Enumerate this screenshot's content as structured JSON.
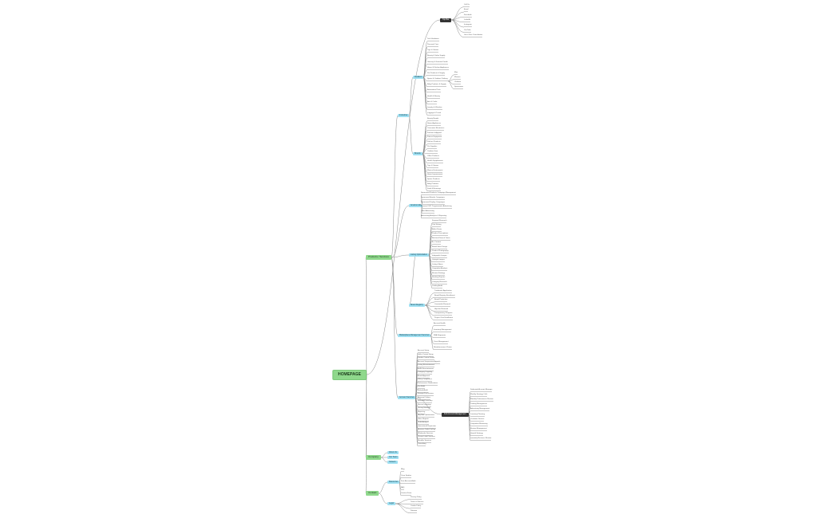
{
  "tree": {
    "id": "root",
    "label": "HOMEPAGE",
    "style": "root",
    "children": [
      {
        "id": "l1-products",
        "label": "Products / Services",
        "style": "l1",
        "children": [
          {
            "id": "l2-industries",
            "label": "Industries",
            "style": "l2",
            "children": [
              {
                "id": "l3-retailers",
                "label": "Retailers",
                "style": "l2",
                "children": [
                  {
                    "label": "Tech Hardware"
                  },
                  {
                    "label": "Personal Care"
                  },
                  {
                    "label": "Toys & Games"
                  },
                  {
                    "label": "Beauty & Salon Supply"
                  },
                  {
                    "label": "Grocery & Gourmet Foods"
                  },
                  {
                    "label": "Home & Kitchen Appliances"
                  },
                  {
                    "label": "Pet Products & Supply"
                  },
                  {
                    "label": "Sports & Outdoor Clothing",
                    "children": [
                      {
                        "label": "Men"
                      },
                      {
                        "label": "Women"
                      },
                      {
                        "label": "Children"
                      },
                      {
                        "label": "Sportswear"
                      }
                    ]
                  },
                  {
                    "label": "Baby Products & Supply"
                  },
                  {
                    "label": "Automotive Parts"
                  },
                  {
                    "label": "Health & Beauty"
                  },
                  {
                    "label": "Arts & Crafts"
                  },
                  {
                    "label": "Jewelry & Watches"
                  },
                  {
                    "label": "Luggage & Travel"
                  }
                ]
              },
              {
                "id": "l3-brands",
                "label": "Brands",
                "style": "l2",
                "children": [
                  {
                    "label": "Beauty Brands"
                  },
                  {
                    "label": "Home Appliances"
                  },
                  {
                    "label": "Consumer Electronics"
                  },
                  {
                    "label": "Fashion & Apparel"
                  },
                  {
                    "label": "Fitness Equipment"
                  },
                  {
                    "label": "Kitchen Products"
                  },
                  {
                    "label": "Pet Supplies"
                  },
                  {
                    "label": "Outdoor Gear"
                  },
                  {
                    "label": "Office Products"
                  },
                  {
                    "label": "Health Supplements"
                  },
                  {
                    "label": "Toys & Games"
                  },
                  {
                    "label": "Musical Instruments"
                  },
                  {
                    "label": "Home Improvement"
                  },
                  {
                    "label": "Sports Products"
                  },
                  {
                    "label": "Baby Products"
                  },
                  {
                    "label": "Food & Beverage"
                  }
                ]
              }
            ]
          },
          {
            "id": "l2-ads",
            "label": "Amazon Ads",
            "style": "l2",
            "children": [
              {
                "label": "Sponsored Products Campaign Management"
              },
              {
                "label": "Sponsored Brands Campaigns"
              },
              {
                "label": "Sponsored Display Campaigns"
              },
              {
                "label": "Amazon DSP Programmatic Advertising"
              },
              {
                "label": "Video Advertising"
              },
              {
                "label": "Advertising Analytics & Reporting"
              }
            ]
          },
          {
            "id": "l2-seo",
            "label": "SEO",
            "style": "l2",
            "children": [
              {
                "id": "l3-listing",
                "label": "Listing Optimization",
                "style": "l2",
                "children": [
                  {
                    "label": "Keyword Research"
                  },
                  {
                    "label": "Title Writing"
                  },
                  {
                    "label": "Bullet Points"
                  },
                  {
                    "label": "Product Descriptions"
                  },
                  {
                    "label": "Backend Search Terms"
                  },
                  {
                    "label": "A+ Content"
                  },
                  {
                    "label": "Brand Store Design"
                  },
                  {
                    "label": "Product Photography"
                  },
                  {
                    "label": "Infographic Images"
                  },
                  {
                    "label": "Lifestyle Images"
                  },
                  {
                    "label": "Listing Videos"
                  },
                  {
                    "label": "Competitor Analysis"
                  },
                  {
                    "label": "Review Strategy"
                  },
                  {
                    "label": "Ranking Reports"
                  },
                  {
                    "label": "Category Research"
                  },
                  {
                    "label": "Catalog Audit"
                  }
                ]
              },
              {
                "id": "l3-brand-reg",
                "label": "Brand Registry",
                "style": "l2",
                "children": [
                  {
                    "label": "Trademark Application"
                  },
                  {
                    "label": "Brand Registry Enrollment"
                  },
                  {
                    "label": "Brand Protection"
                  },
                  {
                    "label": "Counterfeit Removal"
                  },
                  {
                    "label": "Hijacker Removal"
                  },
                  {
                    "label": "Transparency Program"
                  },
                  {
                    "label": "Project Zero Enrollment"
                  }
                ]
              }
            ]
          },
          {
            "id": "l2-logistics",
            "label": "Marketplace Management Services",
            "style": "l2",
            "children": [
              {
                "label": "Account Health"
              },
              {
                "label": "Inventory Management"
              },
              {
                "label": "FBA Shipments"
              },
              {
                "label": "Case Management"
              },
              {
                "label": "Reimbursement Claims"
              }
            ]
          },
          {
            "id": "l2-account",
            "label": "Account Services",
            "style": "l2",
            "children": [
              {
                "label": "Account Setup"
              },
              {
                "label": "Seller Central Setup"
              },
              {
                "label": "Vendor Central Setup"
              },
              {
                "label": "Account Suspension Appeals"
              },
              {
                "label": "Listing Reinstatement"
              },
              {
                "label": "ASIN Reinstatement"
              },
              {
                "label": "Category Ungating"
              },
              {
                "label": "Brand Approval"
              },
              {
                "label": "Policy Compliance"
              },
              {
                "label": "Performance Notifications"
              },
              {
                "label": "Fee Audit"
              },
              {
                "label": "Refund Audit"
              },
              {
                "label": "Storage Fee Review"
              },
              {
                "label": "Removal Orders"
              },
              {
                "label": "Stranded Inventory"
              },
              {
                "label": "Excess Inventory"
              },
              {
                "label": "Pricing Strategy"
              },
              {
                "label": "Repricing"
              },
              {
                "label": "Buy Box Optimization"
              },
              {
                "label": "Sales Reports"
              },
              {
                "label": "Profit Analysis"
              },
              {
                "label": "International Expansion"
              },
              {
                "label": "Amazon Global Selling"
              },
              {
                "id": "l3-dark",
                "label": "Full Account Management",
                "style": "dark",
                "children": [
                  {
                    "label": "Dedicated Account Manager"
                  },
                  {
                    "label": "Weekly Strategy Calls"
                  },
                  {
                    "label": "Monthly Performance Review"
                  },
                  {
                    "label": "Catalog Management"
                  },
                  {
                    "label": "Advertising Management"
                  },
                  {
                    "label": "Inventory Planning"
                  },
                  {
                    "label": "Customer Service"
                  },
                  {
                    "label": "Competitor Monitoring"
                  },
                  {
                    "label": "Review Management"
                  },
                  {
                    "label": "Growth Strategy"
                  },
                  {
                    "label": "Quarterly Business Review"
                  }
                ]
              },
              {
                "label": "Wholesale Services"
              },
              {
                "label": "Private Label Services"
              },
              {
                "label": "Reseller Services"
              },
              {
                "label": "Consulting"
              }
            ]
          }
        ]
      },
      {
        "id": "l1-company",
        "label": "Company",
        "style": "l1",
        "children": [
          {
            "id": "l2-about",
            "label": "About Us",
            "style": "l2"
          },
          {
            "id": "l2-team",
            "label": "Our Team",
            "style": "l2"
          },
          {
            "id": "l2-careers",
            "label": "Careers",
            "style": "l2"
          }
        ]
      },
      {
        "id": "l1-contact",
        "label": "Contact",
        "style": "l1",
        "children": [
          {
            "id": "l2-resources",
            "label": "Resources",
            "style": "l2",
            "children": [
              {
                "label": "Blog"
              },
              {
                "label": "Case Studies"
              },
              {
                "label": "Free Account Audit"
              },
              {
                "label": "FAQ"
              },
              {
                "label": "Contact Form"
              }
            ]
          },
          {
            "id": "l2-legal",
            "label": "Legal",
            "style": "l2",
            "children": [
              {
                "label": "Privacy Policy"
              },
              {
                "label": "Terms of Service"
              },
              {
                "label": "Cookie Policy"
              },
              {
                "label": "Sitemap"
              }
            ]
          }
        ]
      },
      {
        "id": "l1-top",
        "label": "Top Bar",
        "style": "dark",
        "children": [
          {
            "label": "Call Us"
          },
          {
            "label": "Email"
          },
          {
            "label": "Facebook"
          },
          {
            "label": "LinkedIn"
          },
          {
            "label": "Instagram"
          },
          {
            "label": "YouTube"
          },
          {
            "label": "Get a Free Consultation"
          }
        ]
      }
    ]
  },
  "colors": {
    "link": "#8a8a8a",
    "root_bg": "#8fd88c",
    "level1_bg": "#8fd88c",
    "level2_bg": "#9fe0f2",
    "dark_bg": "#333333"
  }
}
